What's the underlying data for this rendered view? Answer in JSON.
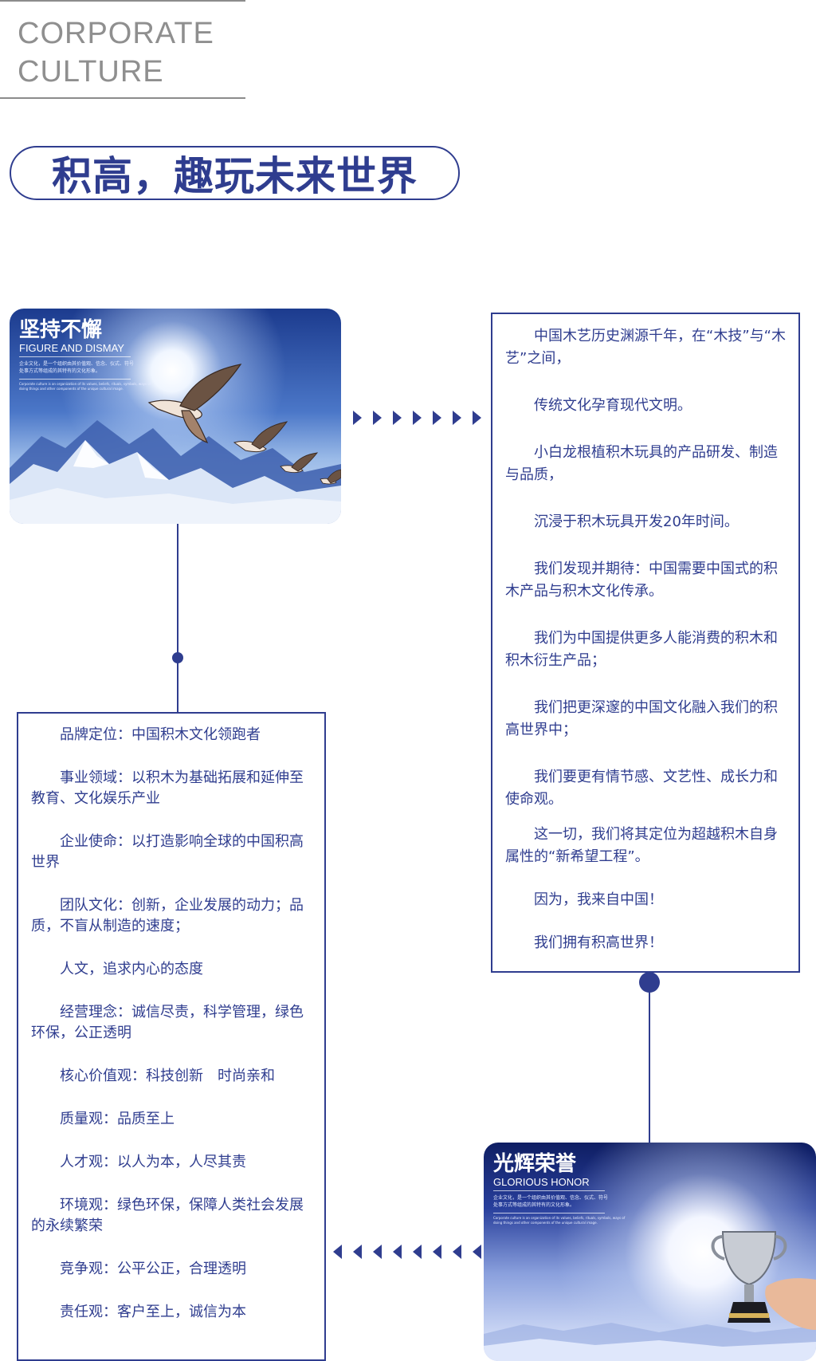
{
  "header": {
    "title_line1": "CORPORATE",
    "title_line2": "CULTURE",
    "slogan": "积高，趣玩未来世界"
  },
  "card_top": {
    "title_cn": "坚持不懈",
    "title_en": "FIGURE AND DISMAY",
    "fine_cn_1": "企业文化，是一个组织由其价值观、信念、仪式、符号",
    "fine_cn_2": "处事方式等组成的其特有的文化形象。",
    "fine_en_1": "Corporate culture is an organization of its values, beliefs, rituals, symbols, ways of",
    "fine_en_2": "doing things and other components of the unique cultural image."
  },
  "card_bottom": {
    "title_cn": "光辉荣誉",
    "title_en": "GLORIOUS HONOR",
    "fine_cn_1": "企业文化，是一个组织由其价值观、信念、仪式、符号",
    "fine_cn_2": "处事方式等组成的其特有的文化形象。",
    "fine_en_1": "Corporate culture is an organization of its values, beliefs, rituals, symbols, ways of",
    "fine_en_2": "doing things and other components of the unique cultural image."
  },
  "right_box": [
    "中国木艺历史渊源千年，在“木技”与“木艺”之间，",
    "传统文化孕育现代文明。",
    "小白龙根植积木玩具的产品研发、制造与品质，",
    "沉浸于积木玩具开发20年时间。",
    "我们发现并期待：中国需要中国式的积木产品与积木文化传承。",
    "我们为中国提供更多人能消费的积木和积木衍生产品；",
    "我们把更深邃的中国文化融入我们的积高世界中；",
    "我们要更有情节感、文艺性、成长力和使命观。",
    "这一切，我们将其定位为超越积木自身属性的“新希望工程”。",
    "因为，我来自中国！",
    "我们拥有积高世界！"
  ],
  "left_box": [
    "品牌定位：中国积木文化领跑者",
    "事业领域：以积木为基础拓展和延伸至教育、文化娱乐产业",
    "企业使命：以打造影响全球的中国积高世界",
    "团队文化：创新，企业发展的动力；品质，不盲从制造的速度；",
    "人文，追求内心的态度",
    "经营理念：诚信尽责，科学管理，绿色环保，公正透明",
    "核心价值观：科技创新　时尚亲和",
    "质量观：品质至上",
    "人才观：以人为本，人尽其责",
    "环境观：绿色环保，保障人类社会发展的永续繁荣",
    "竞争观：公平公正，合理透明",
    "责任观：客户至上，诚信为本"
  ],
  "colors": {
    "accent": "#2f3d8f",
    "rule": "#8c8c8c",
    "title_gray": "#8f8f8f"
  }
}
